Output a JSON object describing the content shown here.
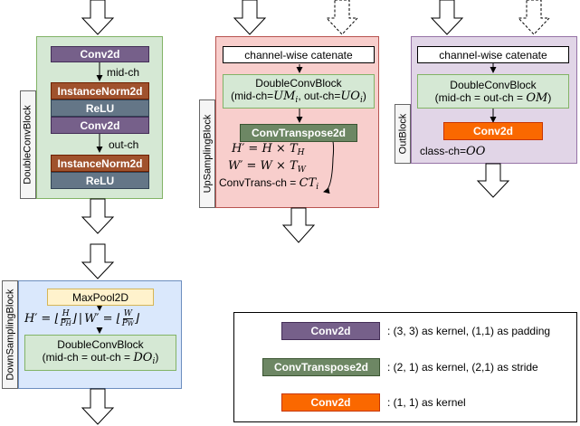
{
  "double_conv_block": {
    "tag": "DoubleConvBlock",
    "conv1": "Conv2d",
    "mid_label": "mid-ch",
    "norm1": "InstanceNorm2d",
    "relu1": "ReLU",
    "conv2": "Conv2d",
    "out_label": "out-ch",
    "norm2": "InstanceNorm2d",
    "relu2": "ReLU"
  },
  "up_sampling_block": {
    "tag": "UpSamplingBlock",
    "concat": "channel-wise catenate",
    "dcb_line1": "DoubleConvBlock",
    "dcb_line2a": "(mid-ch=",
    "dcb_um": "UM",
    "dcb_sub_i1": "i",
    "dcb_line2b": ", out-ch=",
    "dcb_uo": "UO",
    "dcb_sub_i2": "i",
    "dcb_line2c": ")",
    "conv_transpose": "ConvTranspose2d",
    "eq1_lhs": "H′ = H × T",
    "eq1_sub": "H",
    "eq2_lhs": "W′ = W × T",
    "eq2_sub": "W",
    "ct_label": "ConvTrans-ch = ",
    "ct_var": "CT",
    "ct_sub": "i"
  },
  "out_block": {
    "tag": "OutBlock",
    "concat": "channel-wise catenate",
    "dcb_line1": "DoubleConvBlock",
    "dcb_line2a": "(mid-ch = out-ch = ",
    "dcb_om": "OM",
    "dcb_line2b": ")",
    "conv": "Conv2d",
    "class_label": "class-ch=",
    "class_var": "OO"
  },
  "down_sampling_block": {
    "tag": "DownSamplingBlock",
    "maxpool": "MaxPool2D",
    "eq_h_lhs": "H′ = ⌊",
    "eq_h_num": "H",
    "eq_h_den": "P",
    "eq_h_den_sub": "H",
    "eq_h_rhs": "⌋",
    "eq_w_lhs": "W′ = ⌊",
    "eq_w_num": "W",
    "eq_w_den": "P",
    "eq_w_den_sub": "W",
    "eq_w_rhs": "⌋",
    "dcb_line1": "DoubleConvBlock",
    "dcb_line2a": "(mid-ch = out-ch = ",
    "dcb_do": "DO",
    "dcb_sub_i": "i",
    "dcb_line2b": ")"
  },
  "legend": {
    "items": [
      {
        "label": "Conv2d",
        "desc": ": (3, 3) as kernel, (1,1) as padding"
      },
      {
        "label": "ConvTranspose2d",
        "desc": ": (2, 1) as kernel, (2,1) as stride"
      },
      {
        "label": "Conv2d",
        "desc": ": (1, 1) as kernel"
      }
    ]
  },
  "colors": {
    "panel_green": "#d5e8d4",
    "panel_red": "#f8cecc",
    "panel_purple": "#e1d5e7",
    "panel_blue": "#dae8fc",
    "conv2d": "#76608a",
    "instance_norm": "#a0522d",
    "relu": "#647687",
    "conv_transpose": "#6d8764",
    "conv2d_1x1": "#fa6800",
    "maxpool": "#fff2cc"
  }
}
